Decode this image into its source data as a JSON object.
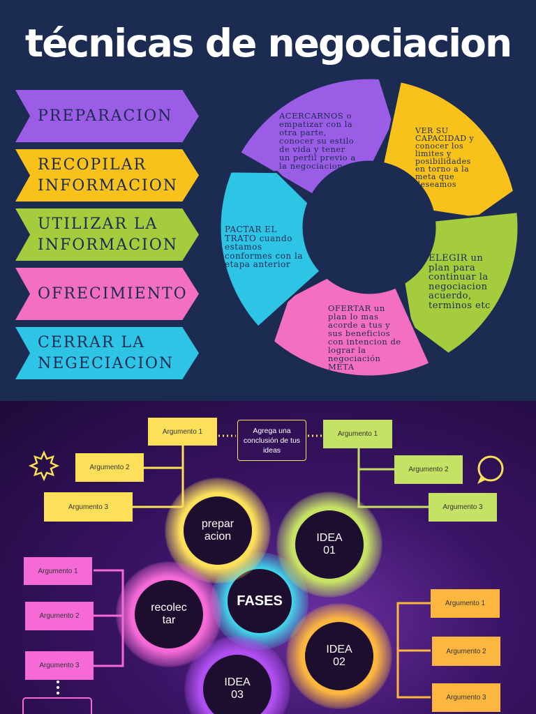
{
  "header": {
    "title": "técnicas de negociacion"
  },
  "steps": [
    {
      "label": "PREPARACION",
      "color": "#9b5de5"
    },
    {
      "label": "RECOPILAR\nINFORMACION",
      "color": "#f9c21a"
    },
    {
      "label": "UTILIZAR LA\nINFORMACION",
      "color": "#a4cc3c"
    },
    {
      "label": "OFRECIMIENTO",
      "color": "#f46fc1"
    },
    {
      "label": "CERRAR LA\nNEGECIACION",
      "color": "#2ec4e6"
    }
  ],
  "cycle": {
    "segments": [
      {
        "name": "acercarnos",
        "color": "#9b5de5"
      },
      {
        "name": "ver-su-capacidad",
        "color": "#f9c21a"
      },
      {
        "name": "elegir",
        "color": "#a4cc3c"
      },
      {
        "name": "ofertar",
        "color": "#f46fc1"
      },
      {
        "name": "pactar",
        "color": "#2ec4e6"
      }
    ],
    "texts": {
      "acercarnos": "ACERCARNOS o empatizar con la otra parte, conocer su estilo de vida y tener un perfil previo a la negociacion",
      "capacidad": "VER SU CAPACIDAD y conocer los limites y posibilidades en torno a la meta que deseamos",
      "elegir": "ELEGIR un plan para continuar la negociacion acuerdo, terminos etc",
      "ofertar": "OFERTAR un plan lo mas acorde a tus y sus beneficios con intencion de lograr la negociación META",
      "pactar": "PACTAR EL TRATO cuando estamos conformes con la etapa anterior"
    }
  },
  "mindmap": {
    "center": "FASES",
    "conclusion": "Agrega una conclusión de tus ideas",
    "nodes": {
      "preparacion": "prepar\nacion",
      "idea01": "IDEA\n01",
      "recolectar": "recolec\ntar",
      "idea02": "IDEA\n02",
      "idea03": "IDEA\n03"
    },
    "yellow_args": [
      "Argumento 1",
      "Argumento 2",
      "Argumento 3"
    ],
    "green_args": [
      "Argumento 1",
      "Argumento 2",
      "Argumento 3"
    ],
    "pink_args": [
      "Argumento 1",
      "Argumento 2",
      "Argumento 3"
    ],
    "orange_args": [
      "Argumento 1",
      "Argumento 2",
      "Argumento 3"
    ],
    "colors": {
      "yellow": "#fde05a",
      "green": "#c6e264",
      "pink": "#f56ad6",
      "orange": "#fdb73f",
      "cyan": "#41e3f2",
      "purple": "#b04ff0"
    }
  }
}
